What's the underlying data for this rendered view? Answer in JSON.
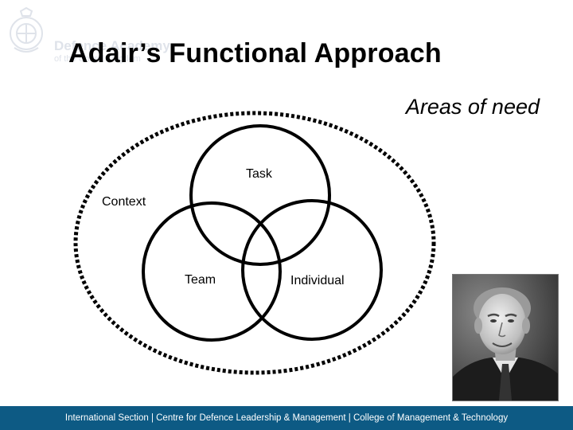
{
  "logo": {
    "icon": "defence-academy-crest-icon",
    "name": "Defence Academy",
    "sub": "of the United Kingdom"
  },
  "slide": {
    "title": "Adair’s Functional Approach",
    "subtitle": "Areas of need"
  },
  "diagram": {
    "context_label": "Context",
    "circles": [
      {
        "label": "Task"
      },
      {
        "label": "Team"
      },
      {
        "label": "Individual"
      }
    ],
    "stroke_color": "#000000"
  },
  "portrait": {
    "icon": "person-portrait-photo"
  },
  "footer": {
    "text": "International Section | Centre for Defence Leadership & Management | College of Management & Technology",
    "background": "#0d5a84"
  }
}
